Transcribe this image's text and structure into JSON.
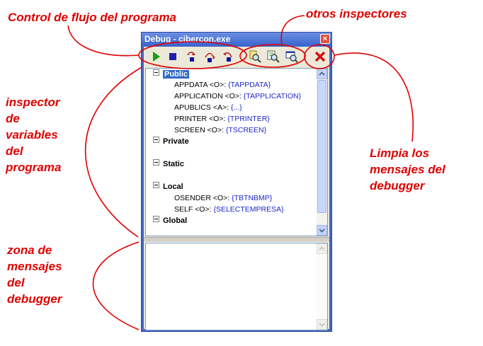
{
  "annotations": {
    "flow_control": "Control de flujo del programa",
    "other_inspectors": "otros inspectores",
    "var_inspector": "inspector\nde\nvariables\ndel\nprograma",
    "clear_messages": "Limpia los\nmensajes del\ndebugger",
    "message_zone": "zona de\nmensajes\ndel\ndebugger"
  },
  "window": {
    "title": "Debug - cibercon.exe",
    "close_glyph": "×"
  },
  "toolbar": {
    "buttons": [
      {
        "name": "run",
        "icon": "play-icon",
        "color": "#1a9a1a"
      },
      {
        "name": "stop",
        "icon": "stop-icon",
        "color": "#2020b0"
      },
      {
        "name": "step-into",
        "icon": "step-into-icon",
        "color": "#1010a0"
      },
      {
        "name": "step-over",
        "icon": "step-over-icon",
        "color": "#1010a0"
      },
      {
        "name": "step-out",
        "icon": "step-out-icon",
        "color": "#1010a0"
      },
      {
        "name": "inspector-1",
        "icon": "magnifier-icon"
      },
      {
        "name": "inspector-2",
        "icon": "magnifier-list-icon"
      },
      {
        "name": "inspector-3",
        "icon": "magnifier-window-icon"
      },
      {
        "name": "clear",
        "icon": "red-x-icon",
        "color": "#d01010"
      }
    ]
  },
  "tree": {
    "public": {
      "label": "Public",
      "items": [
        {
          "name": "APPDATA <O>: ",
          "value": "{TAPPDATA}"
        },
        {
          "name": "APPLICATION <O>: ",
          "value": "{TAPPLICATION}"
        },
        {
          "name": "APUBLICS <A>: ",
          "value": "{...}"
        },
        {
          "name": "PRINTER <O>: ",
          "value": "{TPRINTER}"
        },
        {
          "name": "SCREEN <O>: ",
          "value": "{TSCREEN}"
        }
      ]
    },
    "private": {
      "label": "Private"
    },
    "static": {
      "label": "Static"
    },
    "local": {
      "label": "Local",
      "items": [
        {
          "name": "OSENDER <O>: ",
          "value": "{TBTNBMP}"
        },
        {
          "name": "SELF <O>: ",
          "value": "{SELECTEMPRESA}"
        }
      ]
    },
    "global": {
      "label": "Global"
    }
  },
  "colors": {
    "annotation": "#e00000",
    "value": "#1d28c8",
    "selection": "#316ac5"
  }
}
